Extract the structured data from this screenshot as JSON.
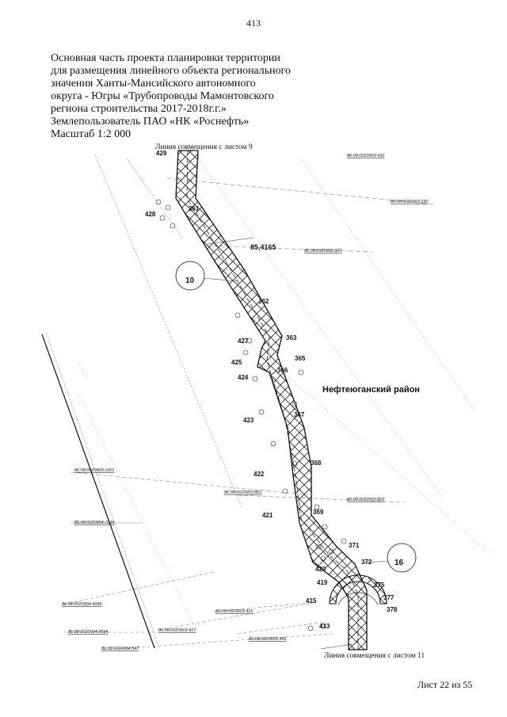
{
  "page_number": "413",
  "header": {
    "lines": [
      "Основная часть проекта планировки территории",
      "для размещения линейного объекта регионального",
      "значения Ханты-Мансийского автономного",
      "округа - Югры «Трубопроводы Мамонтовского",
      "региона строительства 2017-2018г.г.»",
      "Землепользователь ПАО «НК «Роснефть»",
      "Масштаб 1:2 000"
    ]
  },
  "map": {
    "join_top": "Линия совмещения с листом 9",
    "join_bottom": "Линия совмещения с листом 11",
    "district": "Нефтеюганский район",
    "height_mark": "85,4165",
    "circle_labels": [
      "10",
      "16"
    ],
    "point_labels": [
      "429",
      "361",
      "428",
      "362",
      "363",
      "427",
      "365",
      "425",
      "366",
      "424",
      "367",
      "423",
      "368",
      "422",
      "369",
      "421",
      "371",
      "372",
      "420",
      "375",
      "419",
      "377",
      "415",
      "378",
      "413"
    ],
    "cadastral_labels": [
      "86:08:0020903:432",
      "86:08:0020903:230",
      "86:08:0020903:370",
      "86:08:0020903:1601",
      "86:08:0020903:801",
      "86:08:0020903:802",
      "86:08:0020904:7134",
      "86:08:0020904:4995",
      "86:08:0020903:416",
      "86:08:0020904:4994",
      "86:08:0020903:417",
      "86:08:0020903:349",
      "86:08:0020904:547"
    ]
  },
  "footer": {
    "sheet": "Лист 22 из 55"
  }
}
